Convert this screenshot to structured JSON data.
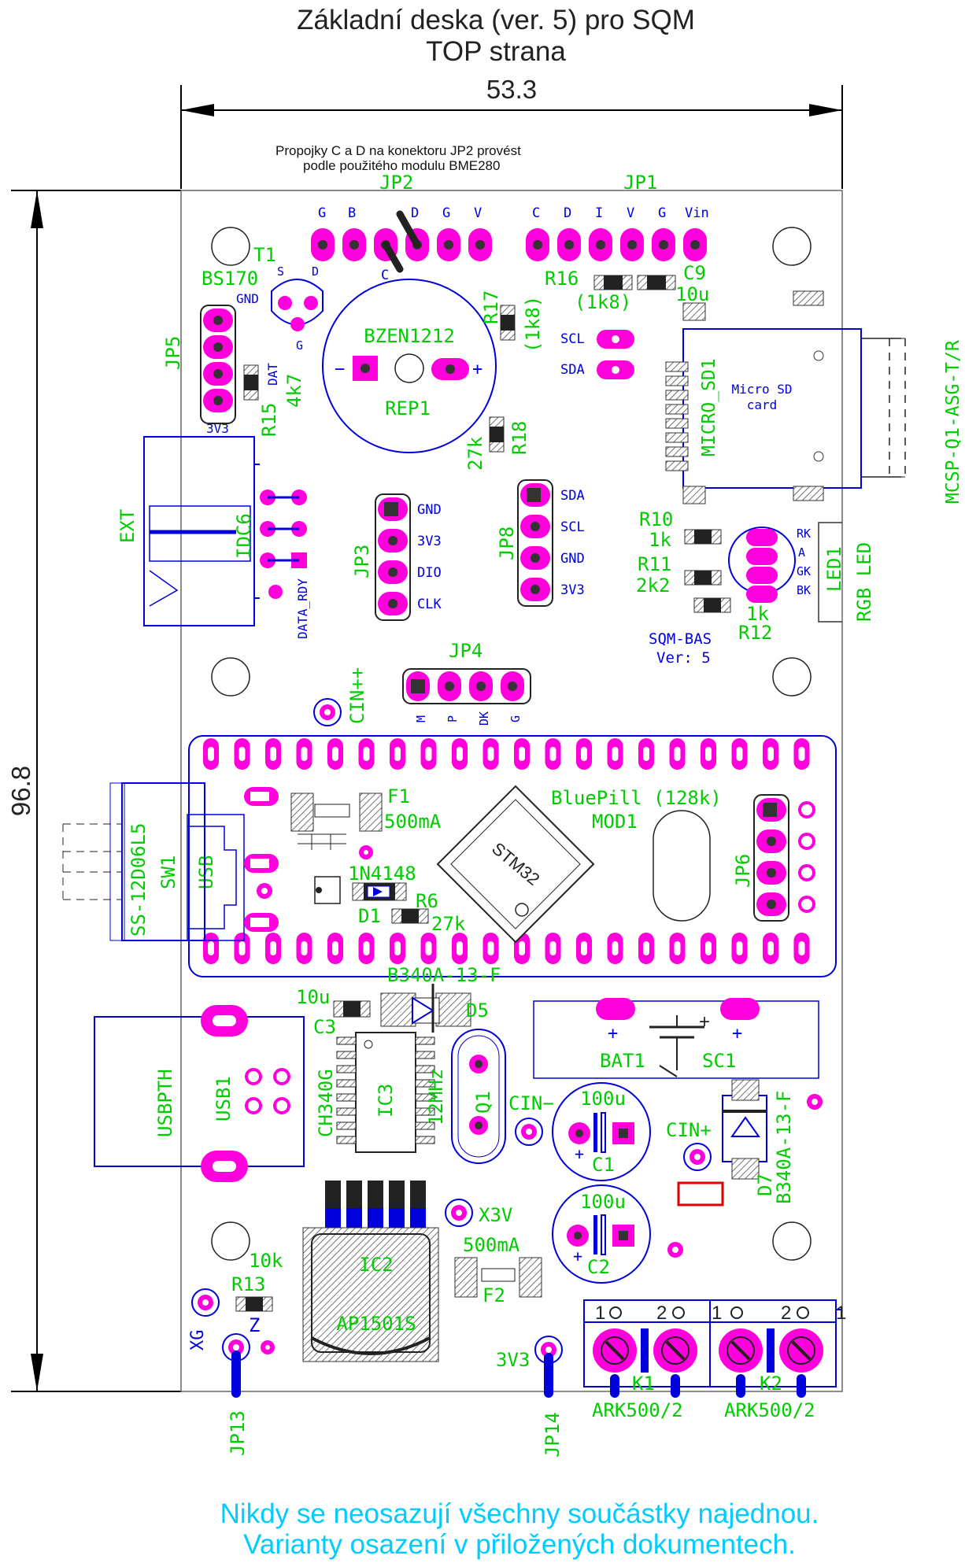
{
  "title": {
    "line1": "Základní deska (ver. 5) pro SQM",
    "line2": "TOP strana"
  },
  "dimensions": {
    "width": "53.3",
    "height": "96.8"
  },
  "note": {
    "line1": "Propojky C a D na konektoru JP2 provést",
    "line2": "podle použitého modulu BME280"
  },
  "footer": {
    "line1": "Nikdy se neosazují všechny součástky najednou.",
    "line2": "Varianty osazení v přiložených dokumentech."
  },
  "labels": {
    "jp2": "JP2",
    "jp1": "JP1",
    "jp2_pins": [
      "G",
      "B",
      "C",
      "D",
      "G",
      "V"
    ],
    "jp1_pins": [
      "C",
      "D",
      "I",
      "V",
      "G",
      "Vin"
    ],
    "jp2_c": "C",
    "t1": "T1",
    "bs170": "BS170",
    "t1_s": "S",
    "t1_d": "D",
    "t1_g": "G",
    "bzen": "BZEN1212",
    "rep1": "REP1",
    "minus": "−",
    "plus": "+",
    "r16": "R16",
    "r16v": "(1k8)",
    "c9": "C9",
    "c9v": "10u",
    "r17": "R17",
    "r17v": "(1k8)",
    "r18": "R18",
    "r18v": "27k",
    "scl": "SCL",
    "sda": "SDA",
    "micro_sd1": "MICRO_SD1",
    "micro_sd_card1": "Micro SD",
    "micro_sd_card2": "card",
    "mcsp": "MCSP-Q1-ASG-T/R",
    "jp5": "JP5",
    "gnd": "GND",
    "dat": "DAT",
    "v3v3": "3V3",
    "r15": "R15",
    "r15v": "4k7",
    "ext": "EXT",
    "idc6": "IDC6",
    "data_rdy": "DATA_RDY",
    "jp3": "JP3",
    "jp3_pins": [
      "GND",
      "3V3",
      "DIO",
      "CLK"
    ],
    "jp8": "JP8",
    "jp8_pins": [
      "SDA",
      "SCL",
      "GND",
      "3V3"
    ],
    "r10": "R10",
    "r10v": "1k",
    "r11": "R11",
    "r11v": "2k2",
    "r12": "R12",
    "r12v": "1k",
    "led_pins": [
      "RK",
      "A",
      "GK",
      "BK"
    ],
    "led1": "LED1",
    "rgb_led": "RGB LED",
    "sqm_bas": "SQM-BAS",
    "ver": "Ver: 5",
    "jp4": "JP4",
    "jp4_pins": [
      "M",
      "P",
      "DK",
      "G"
    ],
    "cinpp": "CIN++",
    "bluepill": "BluePill (128k)",
    "mod1": "MOD1",
    "stm32": "STM32",
    "f1": "F1",
    "f1v": "500mA",
    "jp6": "JP6",
    "sw1": "SW1",
    "sw1_name": "SS-12D06L5",
    "usb": "USB",
    "d1_name": "1N4148",
    "d1": "D1",
    "r6": "R6",
    "r6v": "27k",
    "d5_name": "B340A-13-F",
    "d5": "D5",
    "c3v": "10u",
    "c3": "C3",
    "usbpth": "USBPTH",
    "usb1": "USB1",
    "ch340g": "CH340G",
    "ic3": "IC3",
    "q1f": "12MHz",
    "q1": "Q1",
    "cin_minus": "CIN−",
    "c1v": "100u",
    "c1": "C1",
    "bat1": "BAT1",
    "sc1": "SC1",
    "cin_plus": "CIN+",
    "d7": "D7",
    "d7_name": "B340A-13-F",
    "x3v": "X3V",
    "c2v": "100u",
    "c2": "C2",
    "ic2": "IC2",
    "ic2_name": "AP1501S",
    "r13": "R13",
    "r13v": "10k",
    "z": "Z",
    "xg": "XG",
    "f2": "F2",
    "f2v": "500mA",
    "jp13": "JP13",
    "jp14": "JP14",
    "v3v3b": "3V3",
    "k1": "K1",
    "k2": "K2",
    "ark1": "ARK500/2",
    "ark2": "ARK500/2",
    "k_pins": [
      "1",
      "2",
      "1",
      "2"
    ],
    "k_edge": "1"
  },
  "colors": {
    "pad": "#ff00dd",
    "silk": "#00cc00",
    "outline": "#0000dd",
    "footer": "#00ccff"
  }
}
